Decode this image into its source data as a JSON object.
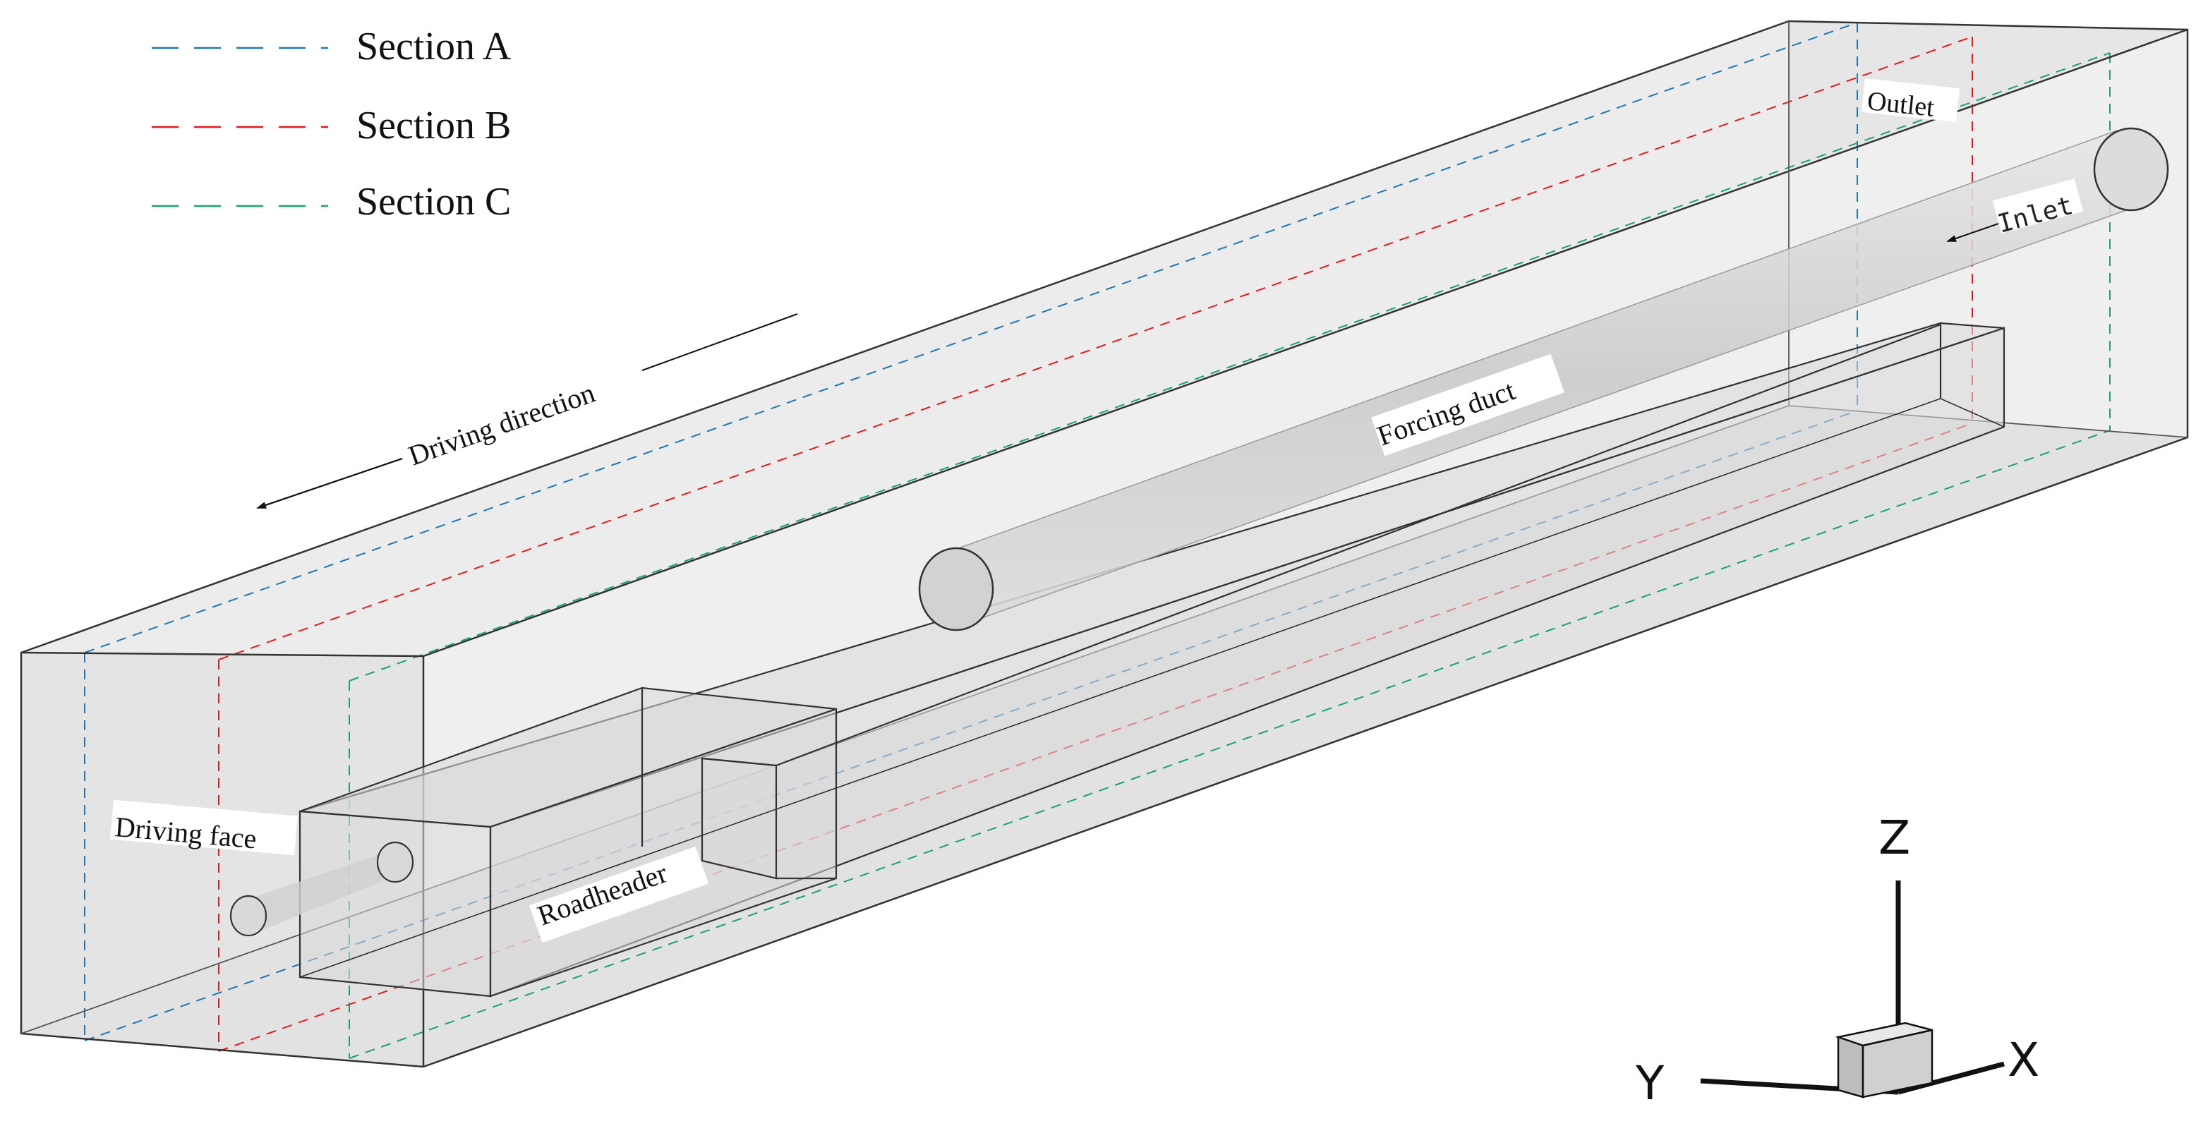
{
  "legend": [
    {
      "label": "Section A",
      "color": "#1f77b4"
    },
    {
      "label": "Section B",
      "color": "#e41a1c"
    },
    {
      "label": "Section C",
      "color": "#1aa36b"
    }
  ],
  "labels": {
    "outlet": "Outlet",
    "inlet": "Inlet",
    "driving_direction": "Driving direction",
    "forcing_duct": "Forcing duct",
    "driving_face": "Driving face",
    "roadheader": "Roadheader"
  },
  "axes": {
    "z": "Z",
    "y": "Y",
    "x": "X"
  },
  "colors": {
    "box_fill": "#d6d6d6",
    "edge": "#333333",
    "duct_fill": "#cfcfcf"
  }
}
